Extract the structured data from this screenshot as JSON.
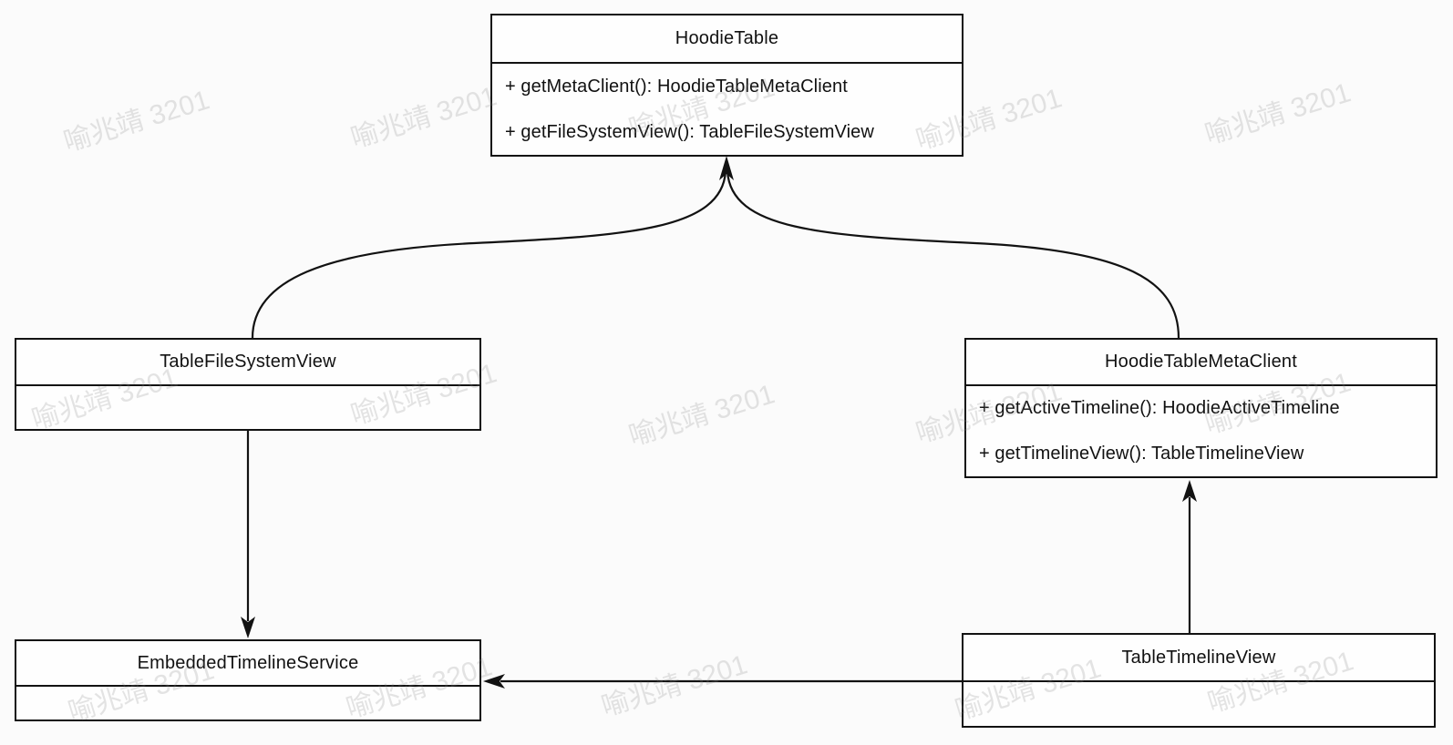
{
  "diagram_type": "uml-class-diagram",
  "watermark": {
    "text": "喻兆靖 3201"
  },
  "classes": [
    {
      "name": "HoodieTable",
      "methods": [
        "+ getMetaClient(): HoodieTableMetaClient",
        "+ getFileSystemView(): TableFileSystemView"
      ]
    },
    {
      "name": "TableFileSystemView",
      "methods": []
    },
    {
      "name": "HoodieTableMetaClient",
      "methods": [
        "+ getActiveTimeline(): HoodieActiveTimeline",
        "+ getTimelineView(): TableTimelineView"
      ]
    },
    {
      "name": "EmbeddedTimelineService",
      "methods": []
    },
    {
      "name": "TableTimelineView",
      "methods": []
    }
  ],
  "relations": [
    {
      "from": "TableFileSystemView",
      "to": "HoodieTable",
      "style": "curved-arrow"
    },
    {
      "from": "HoodieTableMetaClient",
      "to": "HoodieTable",
      "style": "curved-arrow"
    },
    {
      "from": "TableFileSystemView",
      "to": "EmbeddedTimelineService",
      "style": "straight-arrow"
    },
    {
      "from": "TableTimelineView",
      "to": "HoodieTableMetaClient",
      "style": "straight-arrow"
    },
    {
      "from": "TableTimelineView",
      "to": "EmbeddedTimelineService",
      "style": "straight-arrow"
    }
  ],
  "colors": {
    "stroke": "#121212",
    "box_fill": "#fefefe",
    "background": "#fbfbfb",
    "watermark": "#e4e4e4"
  }
}
